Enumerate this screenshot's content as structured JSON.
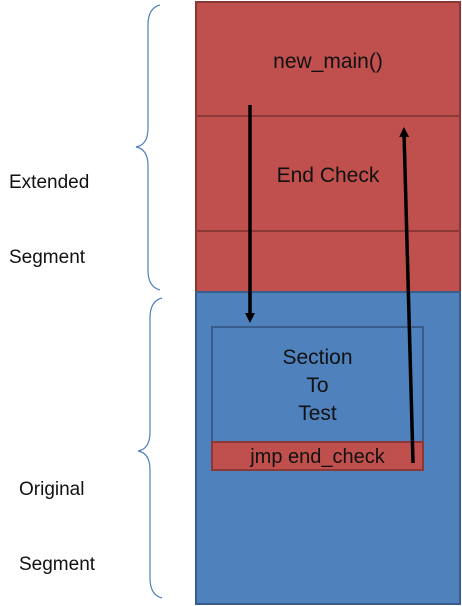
{
  "segments": {
    "extended_label_line1": "Extended",
    "extended_label_line2": "Segment",
    "original_label_line1": "Original",
    "original_label_line2": "Segment"
  },
  "blocks": {
    "new_main": "new_main()",
    "end_check": "End Check",
    "section_line1": "Section",
    "section_line2": "To",
    "section_line3": "Test",
    "jmp": "jmp end_check"
  },
  "colors": {
    "extended": "#c0504d",
    "original": "#4f81bd",
    "arrow": "#000000",
    "brace": "#4f81bd"
  }
}
